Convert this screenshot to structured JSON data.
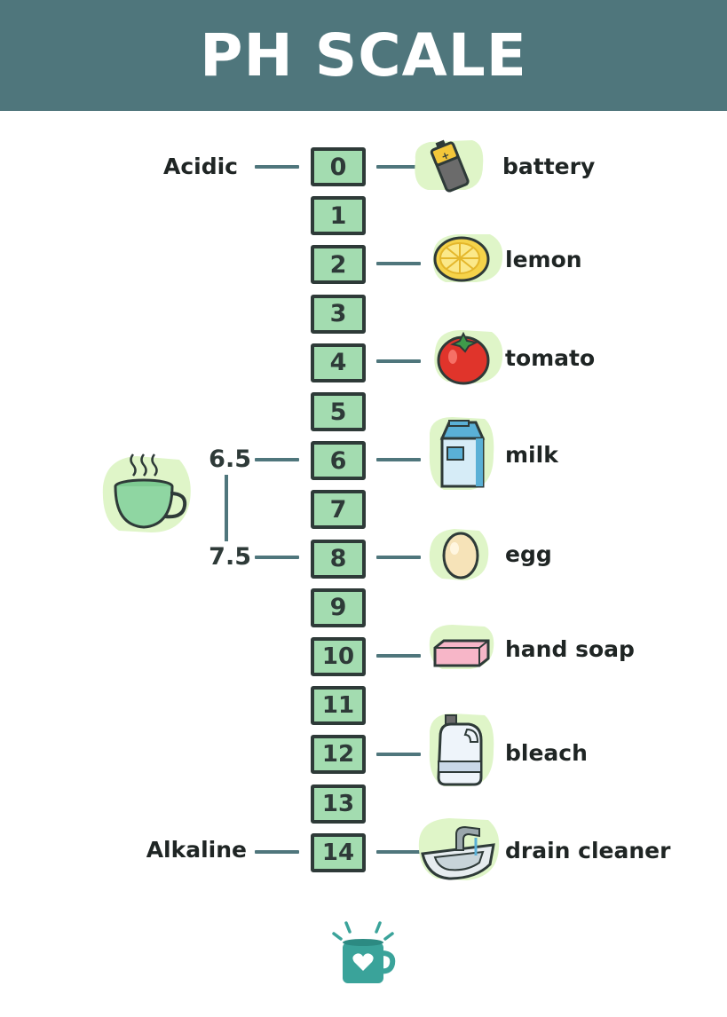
{
  "title": "PH SCALE",
  "scale": [
    "0",
    "1",
    "2",
    "3",
    "4",
    "5",
    "6",
    "7",
    "8",
    "9",
    "10",
    "11",
    "12",
    "13",
    "14"
  ],
  "ends": {
    "acidic": "Acidic",
    "alkaline": "Alkaline"
  },
  "neutral_range": {
    "low": "6.5",
    "high": "7.5",
    "icon": "tea-cup-icon"
  },
  "items": [
    {
      "ph": "0",
      "label": "battery",
      "icon": "battery-icon"
    },
    {
      "ph": "2",
      "label": "lemon",
      "icon": "lemon-icon"
    },
    {
      "ph": "4",
      "label": "tomato",
      "icon": "tomato-icon"
    },
    {
      "ph": "6",
      "label": "milk",
      "icon": "milk-carton-icon"
    },
    {
      "ph": "8",
      "label": "egg",
      "icon": "egg-icon"
    },
    {
      "ph": "10",
      "label": "hand soap",
      "icon": "soap-bar-icon"
    },
    {
      "ph": "12",
      "label": "bleach",
      "icon": "bleach-bottle-icon"
    },
    {
      "ph": "14",
      "label": "drain cleaner",
      "icon": "sink-icon"
    }
  ],
  "colors": {
    "header": "#4f767c",
    "box": "#a3dcb0",
    "outline": "#2e3a38",
    "blob": "#dff5c8"
  },
  "footer": {
    "icon": "mug-heart-logo-icon"
  }
}
